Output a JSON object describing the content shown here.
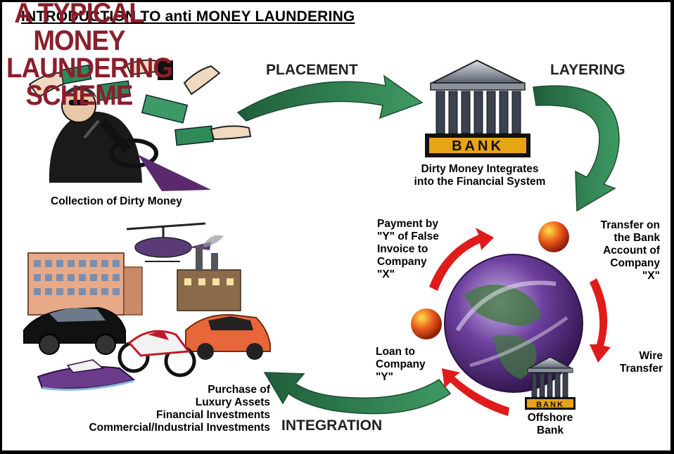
{
  "heading": "INTRODUCTION TO anti MONEY LAUNDERING",
  "title": [
    "A TYPICAL",
    "MONEY",
    "LAUNDERING",
    "SCHEME"
  ],
  "stages": {
    "placement": "PLACEMENT",
    "layering": "LAYERING",
    "integration": "INTEGRATION"
  },
  "captions": {
    "collection": "Collection of Dirty Money",
    "integrates": [
      "Dirty Money Integrates",
      "into the Financial System"
    ],
    "transfer": [
      "Transfer on",
      "the Bank",
      "Account of",
      "Company",
      "\"X\""
    ],
    "wire": [
      "Wire",
      "Transfer"
    ],
    "offshore": [
      "Offshore",
      "Bank"
    ],
    "loan": [
      "Loan to",
      "Company",
      "\"Y\""
    ],
    "payment": [
      "Payment by",
      "\"Y\" of False",
      "Invoice to",
      "Company",
      "\"X\""
    ],
    "purchase": [
      "Purchase of",
      "Luxury Assets",
      "Financial Investments",
      "Commercial/Industrial Investments"
    ]
  },
  "bank_labels": {
    "main": "BANK",
    "offshore": "BANK"
  },
  "colors": {
    "stage_arrow": "#2e7d4f",
    "cycle_arrow": "#e01b1b",
    "title": "#8b1e2b",
    "bank_sign": "#e8a317"
  }
}
